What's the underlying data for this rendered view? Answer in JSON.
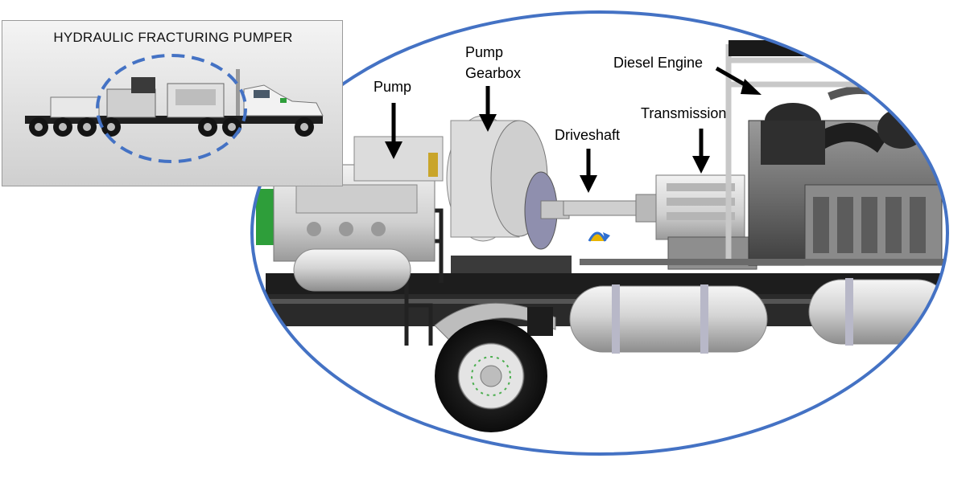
{
  "inset": {
    "title": "HYDRAULIC FRACTURING PUMPER"
  },
  "labels": {
    "pump": "Pump",
    "pump_gearbox_line1": "Pump",
    "pump_gearbox_line2": "Gearbox",
    "driveshaft": "Driveshaft",
    "transmission": "Transmission",
    "diesel_engine": "Diesel Engine"
  },
  "colors": {
    "ellipse_outline": "#4472c4",
    "arrow": "#000000",
    "frame": "#1a1a1a",
    "metal_light": "#e6e6e6",
    "metal_mid": "#bdbdbd",
    "metal_dark": "#7a7a7a",
    "fender_green": "#2e9e3a",
    "rotation_arrow": "#2f6fd0",
    "rotation_arrow_fill": "#e8b400"
  }
}
